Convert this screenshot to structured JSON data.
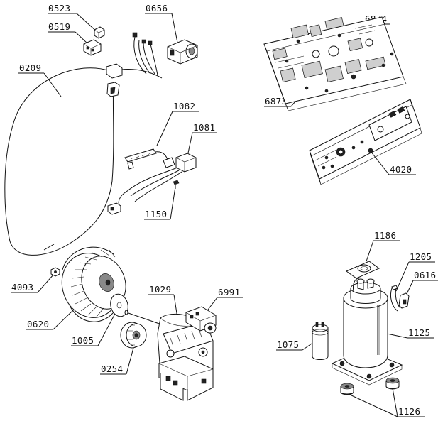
{
  "labels": {
    "p0523": "0523",
    "p0519": "0519",
    "p0656": "0656",
    "p0209": "0209",
    "p6874": "6874",
    "p6873": "6873",
    "p1082": "1082",
    "p1081": "1081",
    "p4020": "4020",
    "p1150": "1150",
    "p1186": "1186",
    "p1205": "1205",
    "p0616": "0616",
    "p4093": "4093",
    "p1029": "1029",
    "p6991": "6991",
    "p0620": "0620",
    "p1005": "1005",
    "p1075": "1075",
    "p1125": "1125",
    "p0254": "0254",
    "p1126": "1126"
  }
}
